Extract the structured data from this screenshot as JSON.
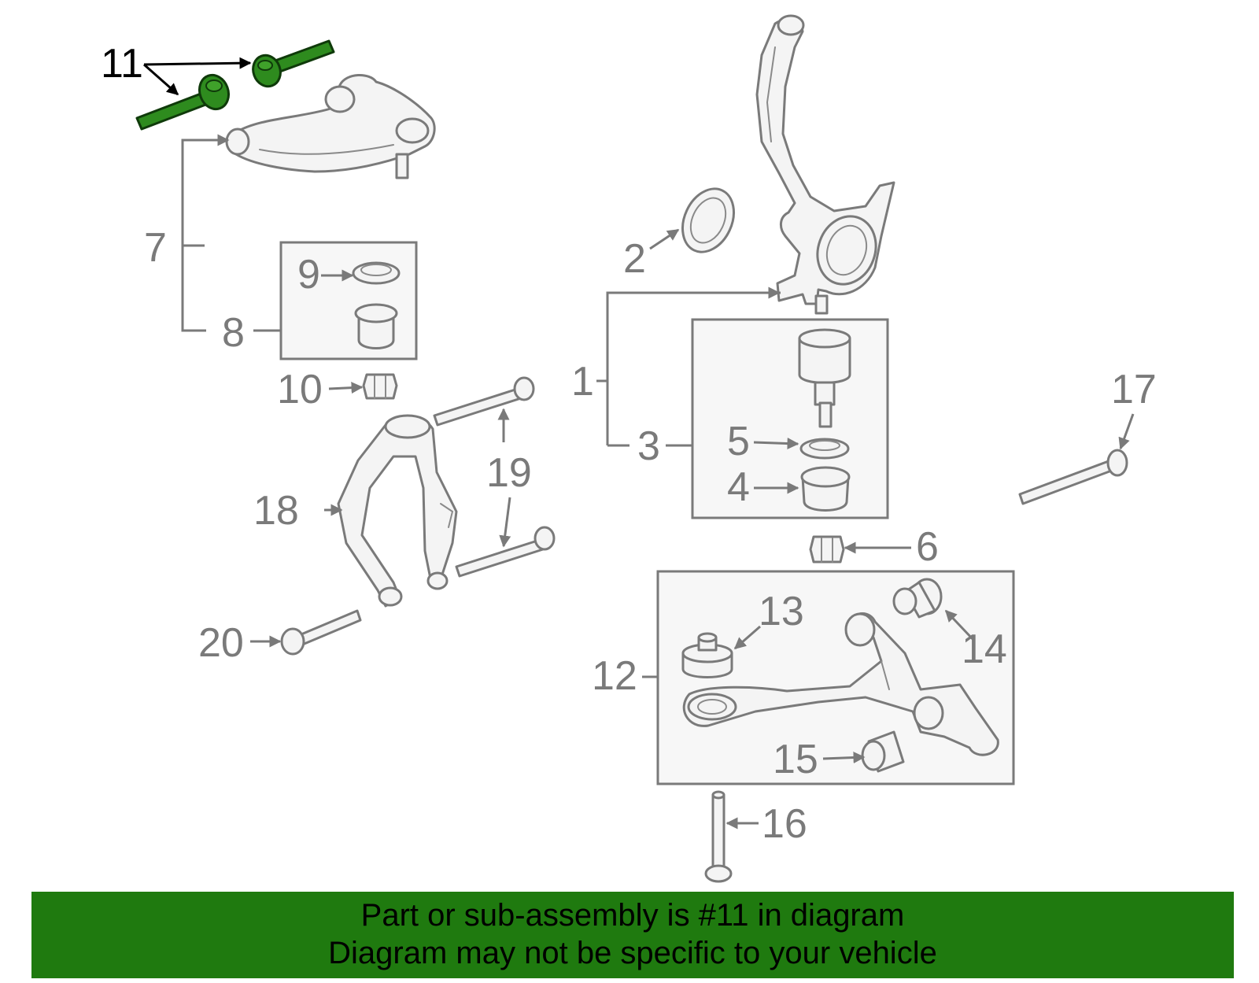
{
  "callouts": {
    "c1": "1",
    "c2": "2",
    "c3": "3",
    "c4": "4",
    "c5": "5",
    "c6": "6",
    "c7": "7",
    "c8": "8",
    "c9": "9",
    "c10": "10",
    "c11": "11",
    "c12": "12",
    "c13": "13",
    "c14": "14",
    "c15": "15",
    "c16": "16",
    "c17": "17",
    "c18": "18",
    "c19": "19",
    "c20": "20"
  },
  "highlight": {
    "part_number": "11",
    "color": "#2e8b1e"
  },
  "banner": {
    "line1": "Part or sub-assembly is #11 in diagram",
    "line2": "Diagram may not be specific to your vehicle",
    "background": "#1f7a0f"
  },
  "icons": {
    "arrowhead": "arrowhead-icon"
  }
}
